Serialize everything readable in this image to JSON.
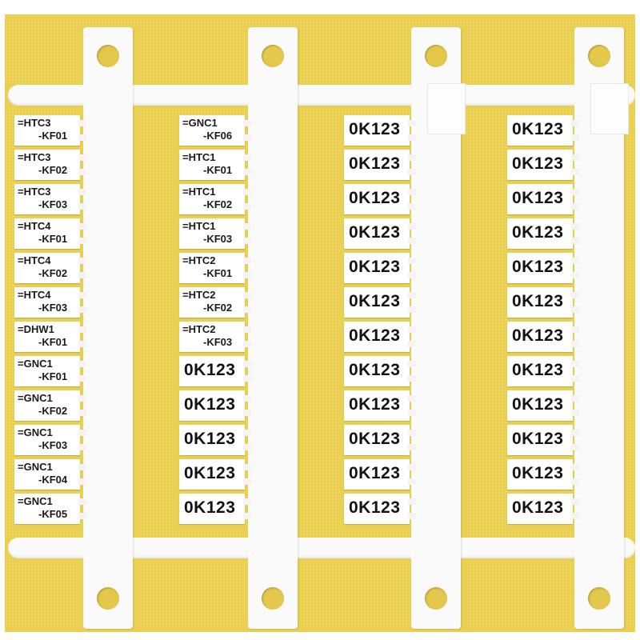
{
  "image": {
    "subject": "white wire marker tags on a yellow background",
    "colors": {
      "background": "#e9cf52",
      "plastic": "#fafafa",
      "text": "#111111"
    }
  },
  "columns": [
    {
      "markers": [
        {
          "line1": "=HTC3",
          "line2": "-KF01"
        },
        {
          "line1": "=HTC3",
          "line2": "-KF02"
        },
        {
          "line1": "=HTC3",
          "line2": "-KF03"
        },
        {
          "line1": "=HTC4",
          "line2": "-KF01"
        },
        {
          "line1": "=HTC4",
          "line2": "-KF02"
        },
        {
          "line1": "=HTC4",
          "line2": "-KF03"
        },
        {
          "line1": "=DHW1",
          "line2": "-KF01"
        },
        {
          "line1": "=GNC1",
          "line2": "-KF01"
        },
        {
          "line1": "=GNC1",
          "line2": "-KF02"
        },
        {
          "line1": "=GNC1",
          "line2": "-KF03"
        },
        {
          "line1": "=GNC1",
          "line2": "-KF04"
        },
        {
          "line1": "=GNC1",
          "line2": "-KF05"
        }
      ]
    },
    {
      "markers": [
        {
          "line1": "=GNC1",
          "line2": "-KF06"
        },
        {
          "line1": "=HTC1",
          "line2": "-KF01"
        },
        {
          "line1": "=HTC1",
          "line2": "-KF02"
        },
        {
          "line1": "=HTC1",
          "line2": "-KF03"
        },
        {
          "line1": "=HTC2",
          "line2": "-KF01"
        },
        {
          "line1": "=HTC2",
          "line2": "-KF02"
        },
        {
          "line1": "=HTC2",
          "line2": "-KF03"
        },
        {
          "big": "0K123"
        },
        {
          "big": "0K123"
        },
        {
          "big": "0K123"
        },
        {
          "big": "0K123"
        },
        {
          "big": "0K123"
        }
      ]
    },
    {
      "markers": [
        {
          "big": "0K123"
        },
        {
          "big": "0K123"
        },
        {
          "big": "0K123"
        },
        {
          "big": "0K123"
        },
        {
          "big": "0K123"
        },
        {
          "big": "0K123"
        },
        {
          "big": "0K123"
        },
        {
          "big": "0K123"
        },
        {
          "big": "0K123"
        },
        {
          "big": "0K123"
        },
        {
          "big": "0K123"
        },
        {
          "big": "0K123"
        }
      ]
    },
    {
      "markers": [
        {
          "big": "0K123"
        },
        {
          "big": "0K123"
        },
        {
          "big": "0K123"
        },
        {
          "big": "0K123"
        },
        {
          "big": "0K123"
        },
        {
          "big": "0K123"
        },
        {
          "big": "0K123"
        },
        {
          "big": "0K123"
        },
        {
          "big": "0K123"
        },
        {
          "big": "0K123"
        },
        {
          "big": "0K123"
        },
        {
          "big": "0K123"
        }
      ]
    }
  ]
}
